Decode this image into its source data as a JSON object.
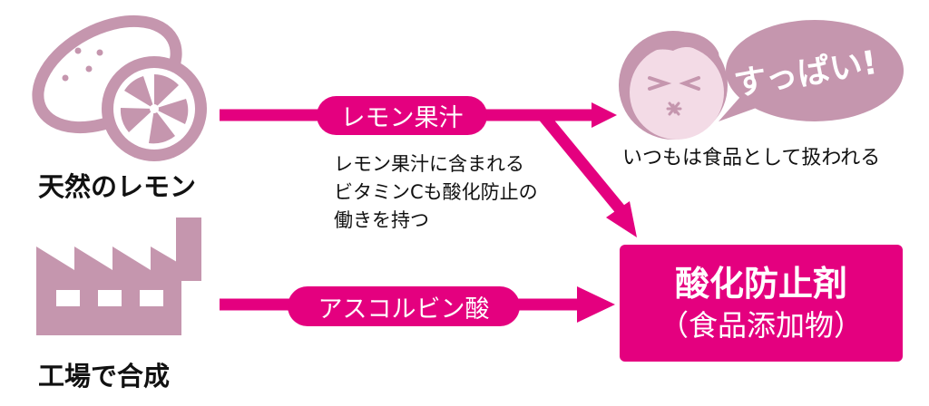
{
  "source_natural": "天然のレモン",
  "source_factory": "工場で合成",
  "lemon_juice_pill": "レモン果汁",
  "ascorbic_pill": "アスコルビン酸",
  "lemon_note_lines": [
    "レモン果汁に含まれる",
    "ビタミンCも酸化防止の",
    "働きを持つ"
  ],
  "speech_bubble": "すっぱい!",
  "food_caption": "いつもは食品として扱われる",
  "result_title": "酸化防止剤",
  "result_subtitle": "（食品添加物）",
  "colors": {
    "accent": "#e4007f",
    "muted": "#c596ae",
    "text": "#111111"
  }
}
